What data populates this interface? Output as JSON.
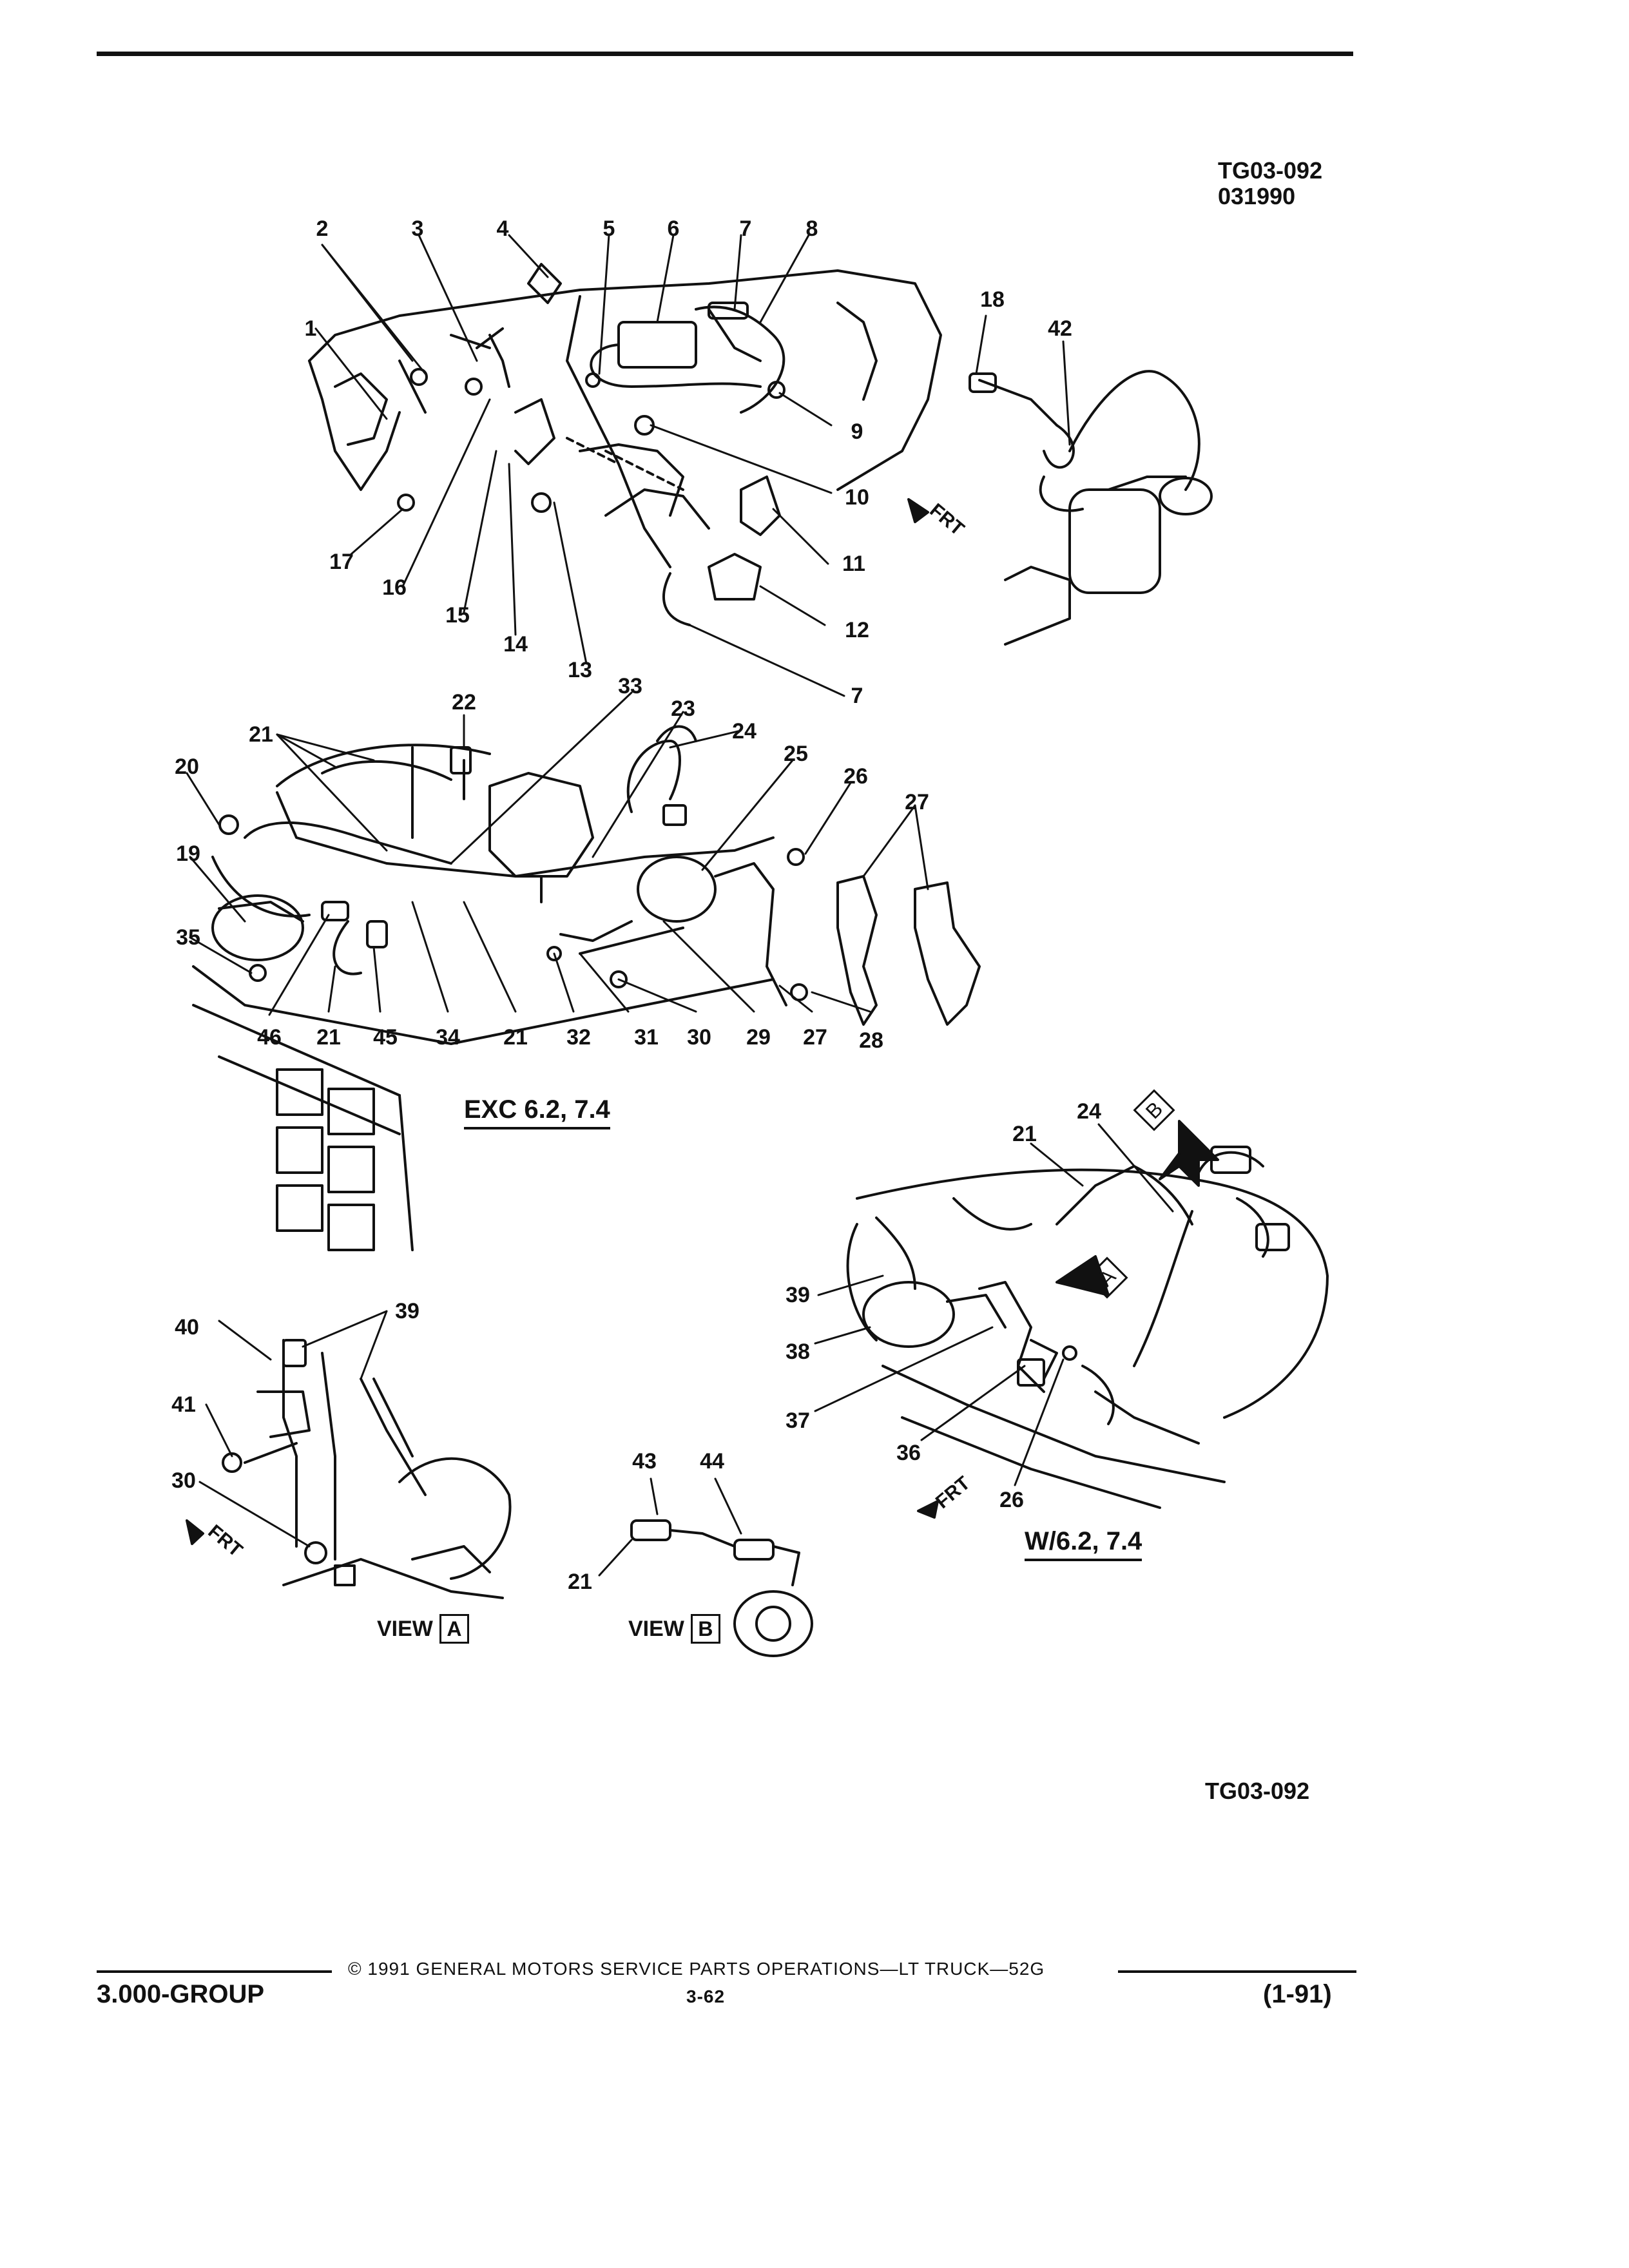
{
  "header": {
    "codes": [
      "TG03-092",
      "031990"
    ]
  },
  "callouts": {
    "upper": [
      "1",
      "2",
      "3",
      "4",
      "5",
      "6",
      "7",
      "8",
      "9",
      "10",
      "11",
      "12",
      "7",
      "13",
      "14",
      "15",
      "16",
      "17",
      "18",
      "42"
    ],
    "middle": [
      "20",
      "21",
      "22",
      "33",
      "23",
      "24",
      "25",
      "26",
      "27",
      "19",
      "35",
      "46",
      "21",
      "45",
      "34",
      "21",
      "32",
      "31",
      "30",
      "29",
      "27",
      "28"
    ],
    "view_a": [
      "40",
      "39",
      "41",
      "30"
    ],
    "view_b": [
      "43",
      "44",
      "21"
    ],
    "w62": [
      "21",
      "24",
      "39",
      "38",
      "37",
      "36",
      "26"
    ]
  },
  "captions": {
    "exc": "EXC 6.2, 7.4",
    "w": "W/6.2, 7.4"
  },
  "views": {
    "a_label": "VIEW",
    "a_letter": "A",
    "b_label": "VIEW",
    "b_letter": "B"
  },
  "markers": {
    "a": "A",
    "b": "B",
    "frt": "FRT"
  },
  "bottom_code": "TG03-092",
  "footer": {
    "copyright": "© 1991 GENERAL MOTORS SERVICE PARTS OPERATIONS—LT TRUCK—52G",
    "group": "3.000-GROUP",
    "page": "3-62",
    "date": "(1-91)"
  }
}
